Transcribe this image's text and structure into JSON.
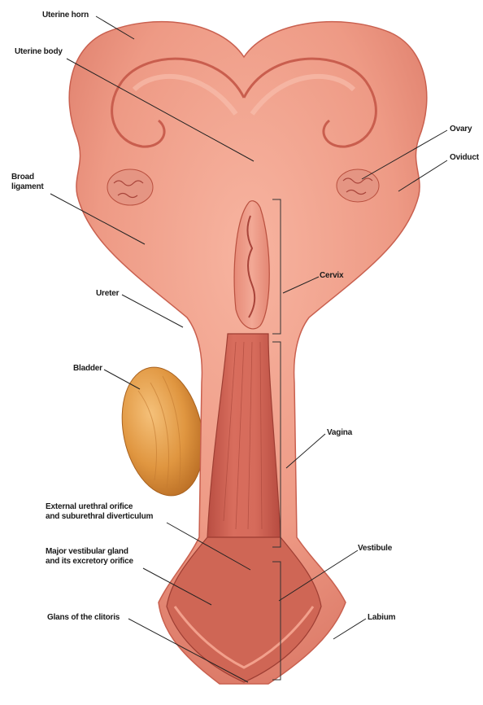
{
  "labels": {
    "uterine_horn": "Uterine horn",
    "uterine_body": "Uterine body",
    "ovary": "Ovary",
    "oviduct": "Oviduct",
    "broad_ligament": "Broad\nligament",
    "cervix": "Cervix",
    "ureter": "Ureter",
    "bladder": "Bladder",
    "vagina": "Vagina",
    "external_urethral": "External urethral orifice\nand suburethral diverticulum",
    "major_vestibular": "Major vestibular gland\nand its excretory orifice",
    "vestibule": "Vestibule",
    "glans_clitoris": "Glans of the clitoris",
    "labium": "Labium"
  },
  "colors": {
    "tissue_light": "#f2a08c",
    "tissue_mid": "#e27f6c",
    "tissue_dark": "#b9503f",
    "inner_red": "#cc5a4c",
    "bladder": "#e39a46",
    "leader_line": "#222222"
  }
}
